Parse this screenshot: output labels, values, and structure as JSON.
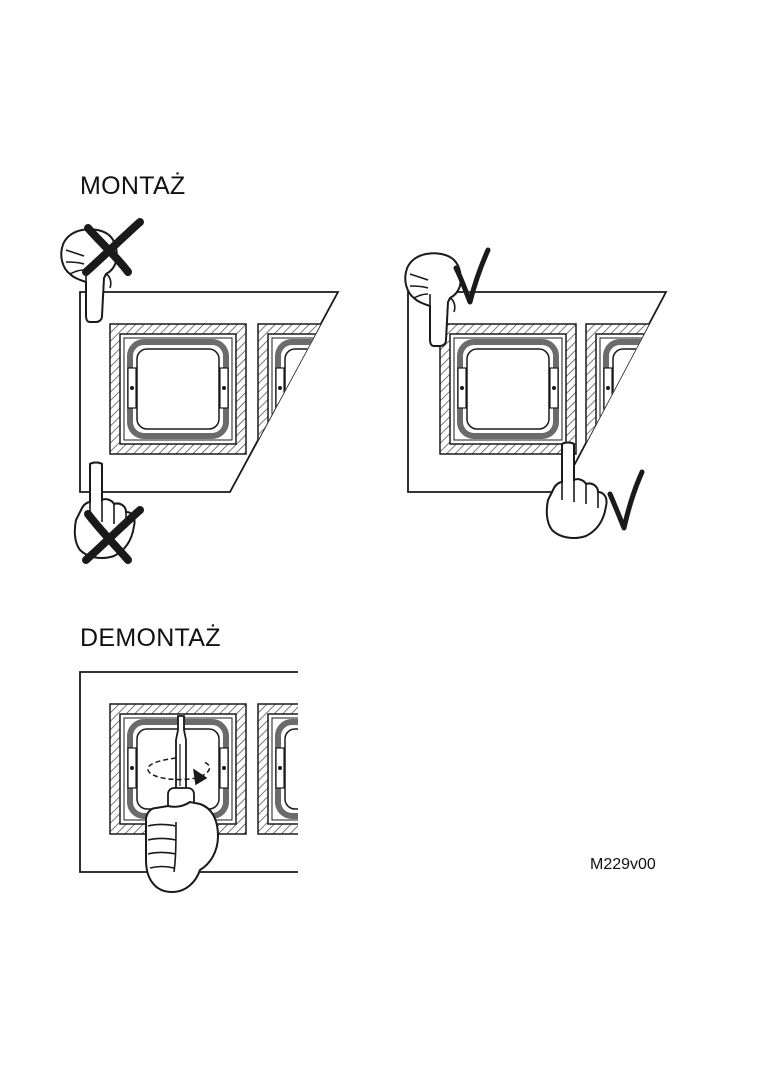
{
  "headings": {
    "mount": "MONTAŻ",
    "dismount": "DEMONTAŻ"
  },
  "doc_code": "M229v00",
  "colors": {
    "line": "#1a1a1a",
    "frame_gray": "#6b6b6b",
    "hatch": "#555555"
  },
  "icons": {
    "wrong": "cross-mark-icon",
    "correct": "check-mark-icon",
    "hand": "pointing-hand-icon",
    "tool": "screwdriver-icon",
    "rotation": "rotation-arrow-icon"
  }
}
